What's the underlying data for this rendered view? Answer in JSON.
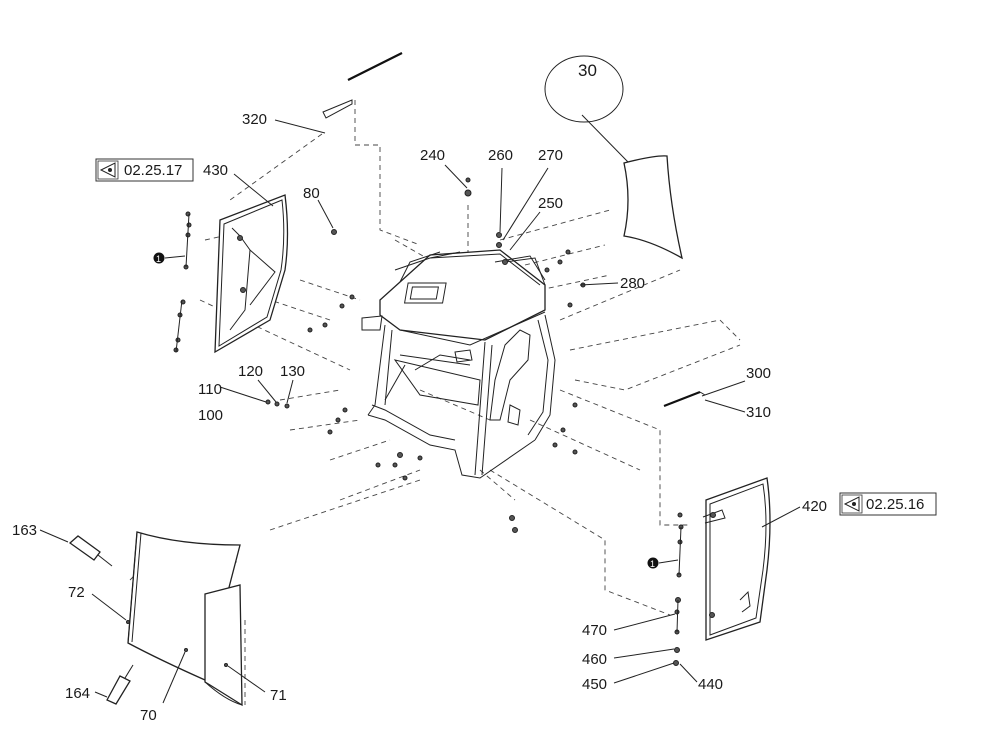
{
  "callouts": {
    "c30": "30",
    "c320": "320",
    "c430": "430",
    "c80": "80",
    "c240": "240",
    "c260": "260",
    "c270": "270",
    "c250": "250",
    "c280": "280",
    "c110": "110",
    "c120": "120",
    "c130": "130",
    "c100": "100",
    "c300": "300",
    "c310": "310",
    "c420": "420",
    "c163": "163",
    "c72": "72",
    "c164": "164",
    "c70": "70",
    "c71": "71",
    "c470": "470",
    "c460": "460",
    "c450": "450",
    "c440": "440"
  },
  "references": {
    "left_door_ref": "02.25.17",
    "right_door_ref": "02.25.16"
  },
  "markers": {
    "bullet_1_left": "1",
    "bullet_1_right": "1"
  }
}
